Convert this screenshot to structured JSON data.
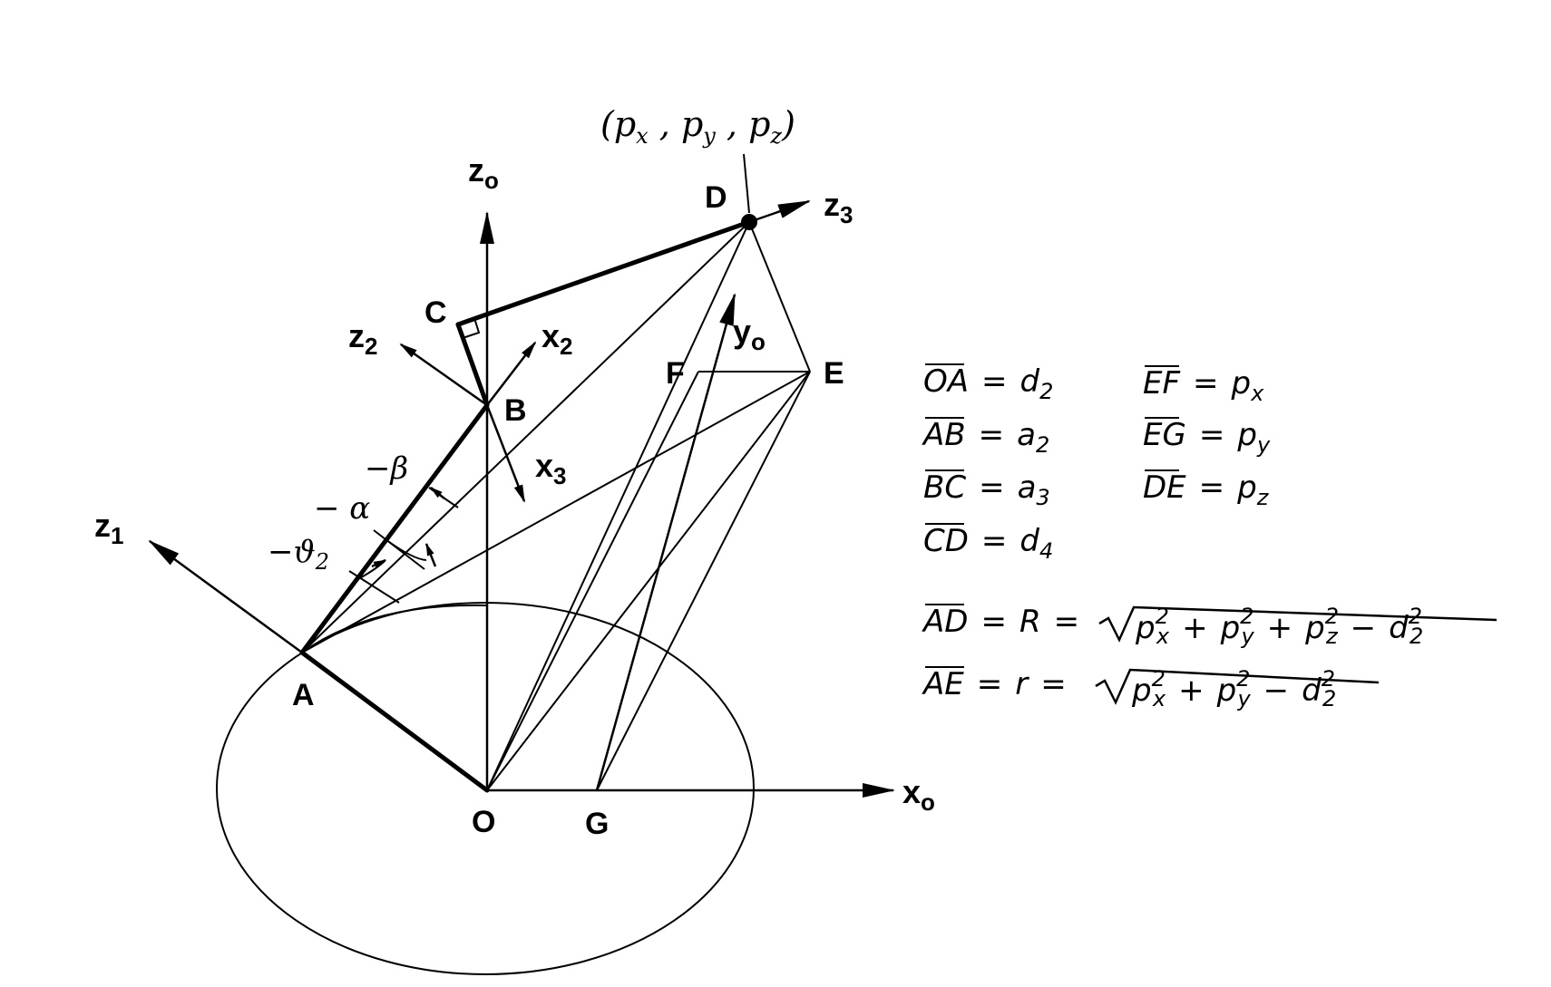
{
  "points": {
    "O": "O",
    "A": "A",
    "B": "B",
    "C": "C",
    "D": "D",
    "E": "E",
    "F": "F",
    "G": "G"
  },
  "axes": {
    "z0": {
      "base": "z",
      "sub": "o"
    },
    "x0": {
      "base": "x",
      "sub": "o"
    },
    "y0": {
      "base": "y",
      "sub": "o"
    },
    "z1": {
      "base": "z",
      "sub": "1"
    },
    "z2": {
      "base": "z",
      "sub": "2"
    },
    "x2": {
      "base": "x",
      "sub": "2"
    },
    "x3": {
      "base": "x",
      "sub": "3"
    },
    "z3": {
      "base": "z",
      "sub": "3"
    }
  },
  "angles": {
    "beta": "−β",
    "alpha": "− α",
    "theta2": {
      "base": "−ϑ",
      "sub": "2"
    }
  },
  "coordinate_label": "(px , py , pz )",
  "coordinate_parts": {
    "open": "(",
    "px": {
      "base": "p",
      "sub": "x"
    },
    "py": {
      "base": "p",
      "sub": "y"
    },
    "pz": {
      "base": "p",
      "sub": "z"
    },
    "sep": " , ",
    "close": ")"
  },
  "equations": {
    "OA": {
      "lhs": "OA",
      "rhs": "d",
      "sub": "2"
    },
    "AB": {
      "lhs": "AB",
      "rhs": "a",
      "sub": "2"
    },
    "BC": {
      "lhs": "BC",
      "rhs": "a",
      "sub": "3"
    },
    "CD": {
      "lhs": "CD",
      "rhs": "d",
      "sub": "4"
    },
    "EF": {
      "lhs": "EF",
      "rhs": "p",
      "sub": "x"
    },
    "EG": {
      "lhs": "EG",
      "rhs": "p",
      "sub": "y"
    },
    "DE": {
      "lhs": "DE",
      "rhs": "p",
      "sub": "z"
    },
    "AD": {
      "lhs": "AD",
      "mid": "R",
      "radicand": "p²ₓ + p²ᵧ + p²𝓏 − d²₂"
    },
    "AE": {
      "lhs": "AE",
      "mid": "r",
      "radicand": "p²ₓ + p²ᵧ − d²₂"
    }
  },
  "eq_text": {
    "eq": "=",
    "plus": "+",
    "minus": "−",
    "sq": "2",
    "x": "x",
    "y": "y",
    "z": "z",
    "p": "p",
    "d": "d",
    "two": "2"
  }
}
